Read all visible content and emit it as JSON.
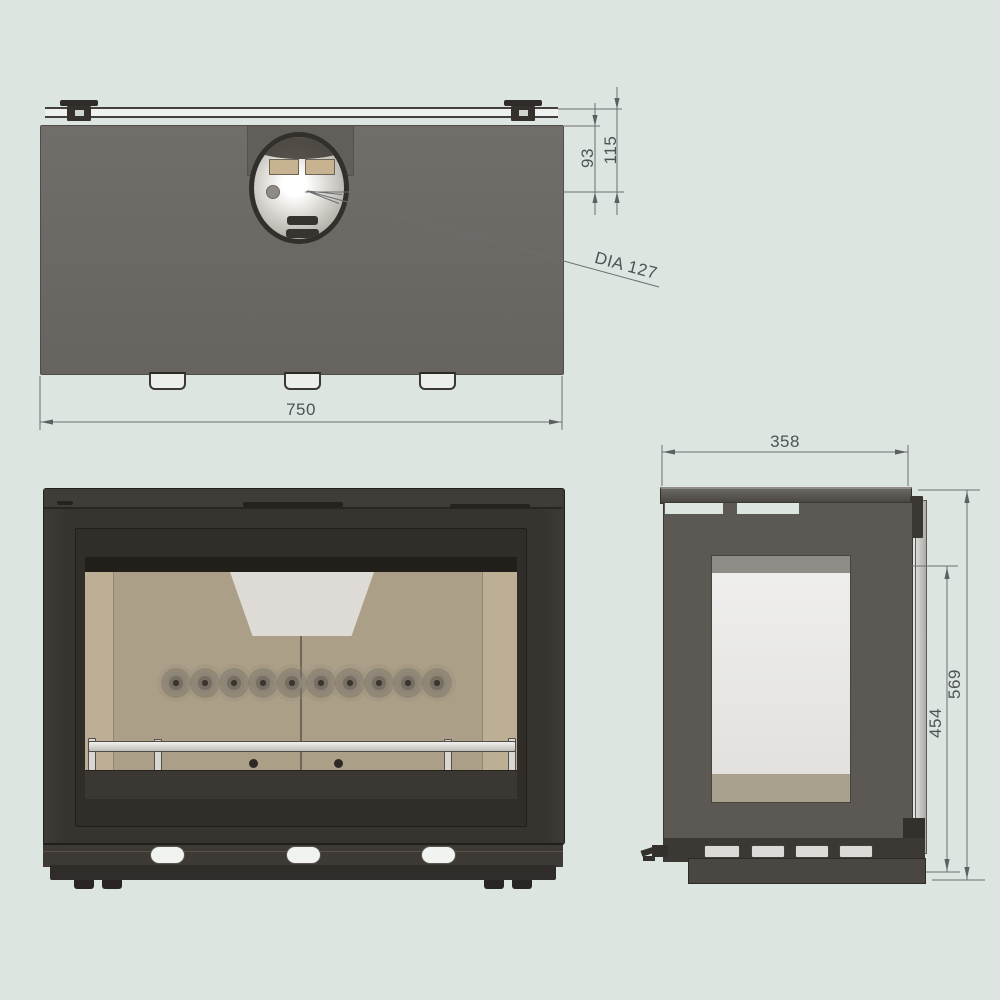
{
  "dimensions": {
    "top_view": {
      "overall_width": "750",
      "flue_center_from_front": "93",
      "flue_center_from_shield_edge": "115",
      "flue_diameter": "DIA 127"
    },
    "side_view": {
      "depth": "358",
      "overall_height": "569",
      "aperture_height": "454"
    }
  },
  "palette": {
    "background": "#dde5e1",
    "top_body_gray": "#6b6865",
    "front_frame_dark": "#37332f",
    "door_dark": "#2e2a27",
    "firebrick_tan": "#b1a38a",
    "baffle_white": "#dedbd6",
    "side_body_gray": "#5b5854",
    "dimension_line": "#6b6e70",
    "dimension_text": "#4d5254"
  }
}
